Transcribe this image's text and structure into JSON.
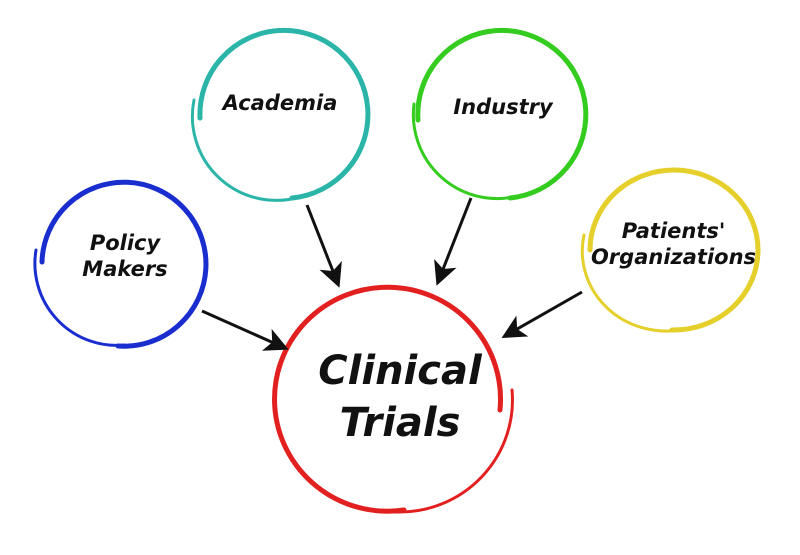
{
  "center": {
    "line1": "Clinical",
    "line2": "Trials",
    "color": "#e32020"
  },
  "nodes": {
    "academia": {
      "label": "Academia",
      "color": "#2bb5a8"
    },
    "industry": {
      "label": "Industry",
      "color": "#33cc1f"
    },
    "policy": {
      "line1": "Policy",
      "line2": "Makers",
      "color": "#1a2ed0"
    },
    "patients": {
      "line1": "Patients'",
      "line2": "Organizations",
      "color": "#e5cf2a"
    }
  },
  "arrow_color": "#111111"
}
